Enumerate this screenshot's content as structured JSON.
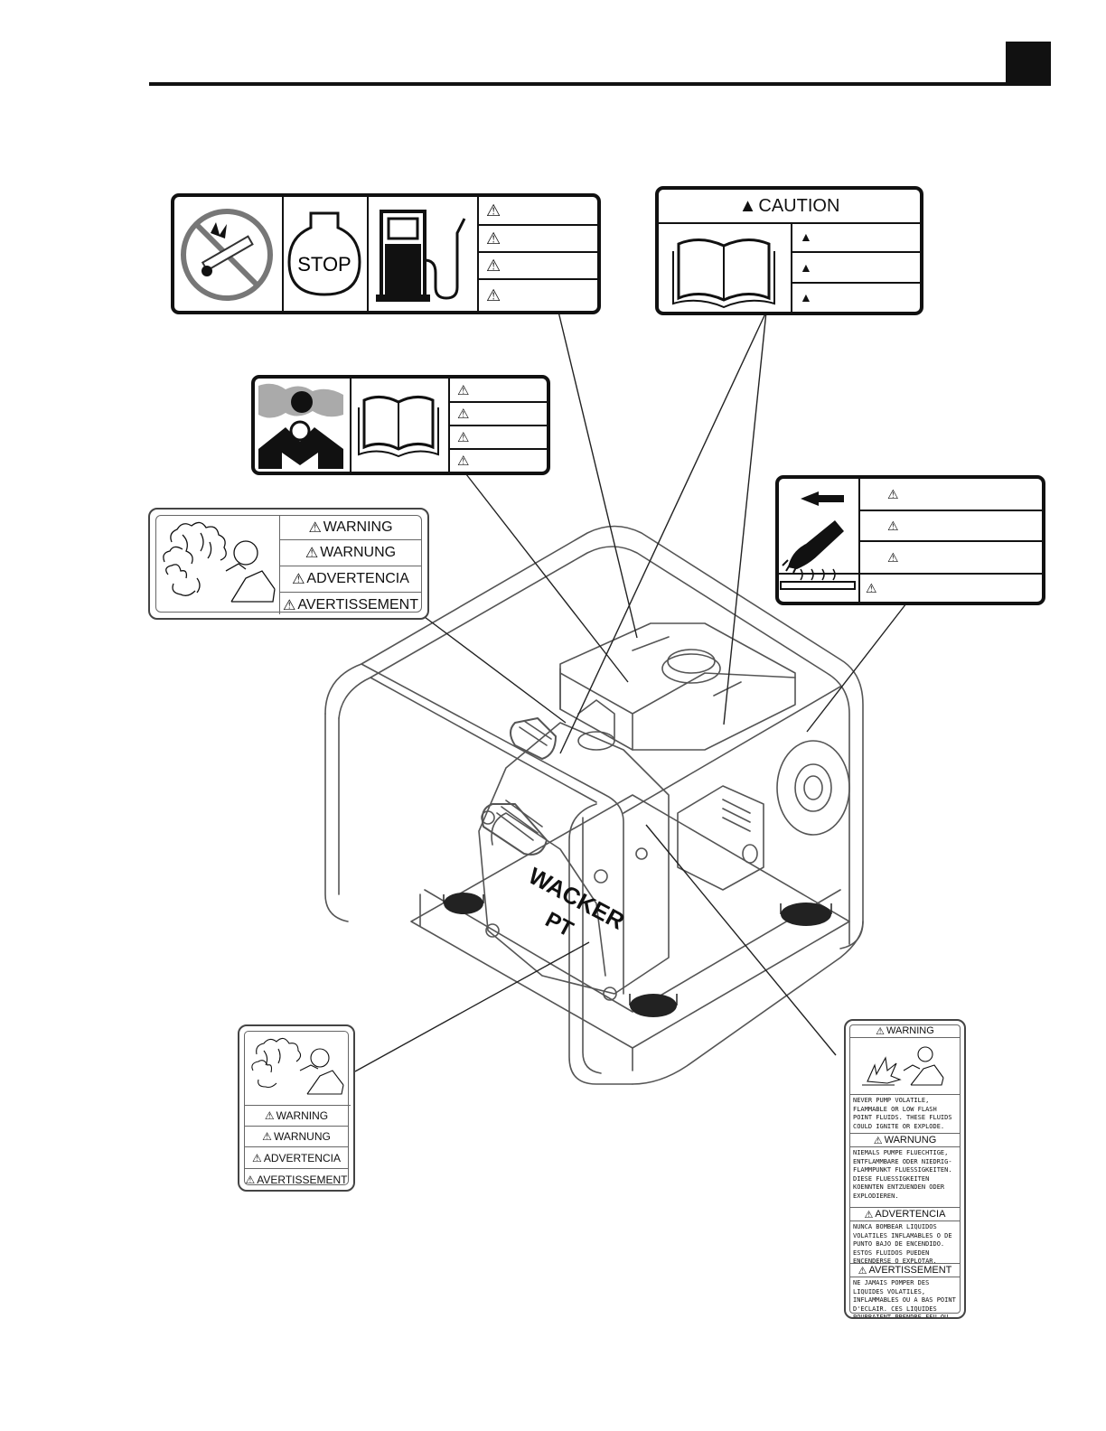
{
  "fuel_label": {
    "stop_text": "STOP"
  },
  "caution_label": {
    "title": "CAUTION"
  },
  "warning_label_large": {
    "headings": [
      "WARNING",
      "WARNUNG",
      "ADVERTENCIA",
      "AVERTISSEMENT"
    ]
  },
  "warning_label_small": {
    "headings": [
      "WARNING",
      "WARNUNG",
      "ADVERTENCIA",
      "AVERTISSEMENT"
    ]
  },
  "machine_nameplate": {
    "brand": "WACKER",
    "model": "PT"
  },
  "tall_warning_label": {
    "sections": [
      {
        "heading": "WARNING",
        "text": "NEVER PUMP VOLATILE, FLAMMABLE OR LOW FLASH POINT FLUIDS. THESE FLUIDS COULD IGNITE OR EXPLODE."
      },
      {
        "heading": "WARNUNG",
        "text": "NIEMALS PUMPE FLUECHTIGE, ENTFLAMMBARE ODER NIEDRIG-FLAMMPUNKT FLUESSIGKEITEN. DIESE FLUESSIGKEITEN KOENNTEN ENTZUENDEN ODER EXPLODIEREN."
      },
      {
        "heading": "ADVERTENCIA",
        "text": "NUNCA BOMBEAR LIQUIDOS VOLATILES INFLAMABLES O DE PUNTO BAJO DE ENCENDIDO. ESTOS FLUIDOS PUEDEN ENCENDERSE O EXPLOTAR."
      },
      {
        "heading": "AVERTISSEMENT",
        "text": "NE JAMAIS POMPER DES LIQUIDES VOLATILES, INFLAMMABLES OU A BAS POINT D'ECLAIR. CES LIQUIDES POURRAIENT PRENDRE FEU OU EXPLOSER."
      }
    ]
  }
}
